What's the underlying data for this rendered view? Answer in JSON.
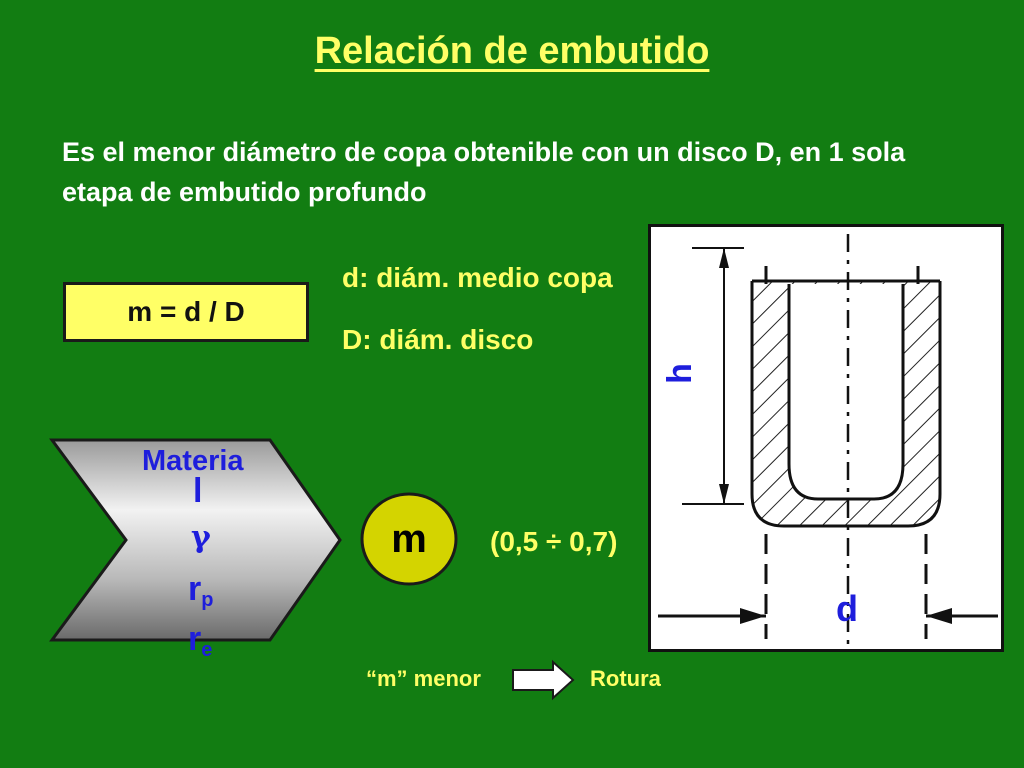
{
  "title": "Relación de embutido",
  "description": "Es el menor diámetro de copa obtenible con un disco D, en 1 sola etapa de embutido profundo",
  "formula": "m  =  d / D",
  "definitions": {
    "d": "d: diám. medio copa",
    "D": "D: diám. disco"
  },
  "factors": {
    "heading": "Materia",
    "l": "l",
    "gamma": "γ",
    "rp": "r",
    "rp_sub": "p",
    "re": "r",
    "re_sub": "e"
  },
  "result": {
    "symbol": "m",
    "range": "(0,5 ÷ 0,7)"
  },
  "consequence": {
    "cause": "“m” menor",
    "effect": "Rotura"
  },
  "figure": {
    "height_label": "h",
    "diameter_label": "d"
  },
  "colors": {
    "background": "#127d12",
    "title": "#ffff66",
    "formula_box": "#ffff66",
    "factor_text": "#1e1edc",
    "circle": "#d4d400"
  }
}
